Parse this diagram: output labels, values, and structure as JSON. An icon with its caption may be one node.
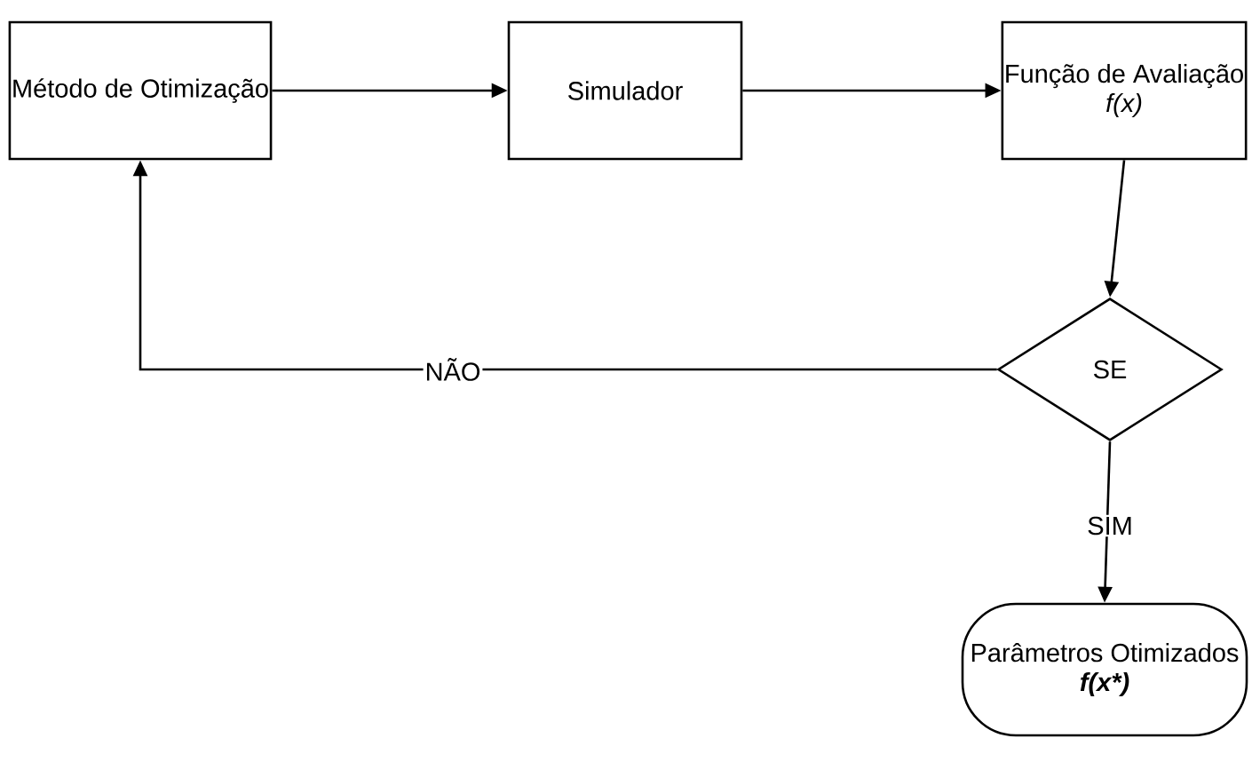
{
  "diagram": {
    "nodes": [
      {
        "text": [
          "Método de Otimização"
        ]
      },
      {
        "text": [
          "Simulador"
        ]
      },
      {
        "text": [
          "Função de Avaliação",
          "f(x)"
        ]
      },
      {
        "text": [
          "SE"
        ]
      },
      {
        "text": [
          "Parâmetros Otimizados",
          "f(x*)"
        ]
      }
    ],
    "edges": [
      {
        "from": 0,
        "to": 1,
        "arrow": "to"
      },
      {
        "from": 1,
        "to": 2,
        "arrow": "to"
      },
      {
        "from": 2,
        "to": 3,
        "arrow": "to"
      },
      {
        "from": 3,
        "to": 0,
        "arrow": "to",
        "label": "NÃO"
      },
      {
        "from": 3,
        "to": 4,
        "arrow": "to",
        "label": "SIM"
      }
    ]
  }
}
